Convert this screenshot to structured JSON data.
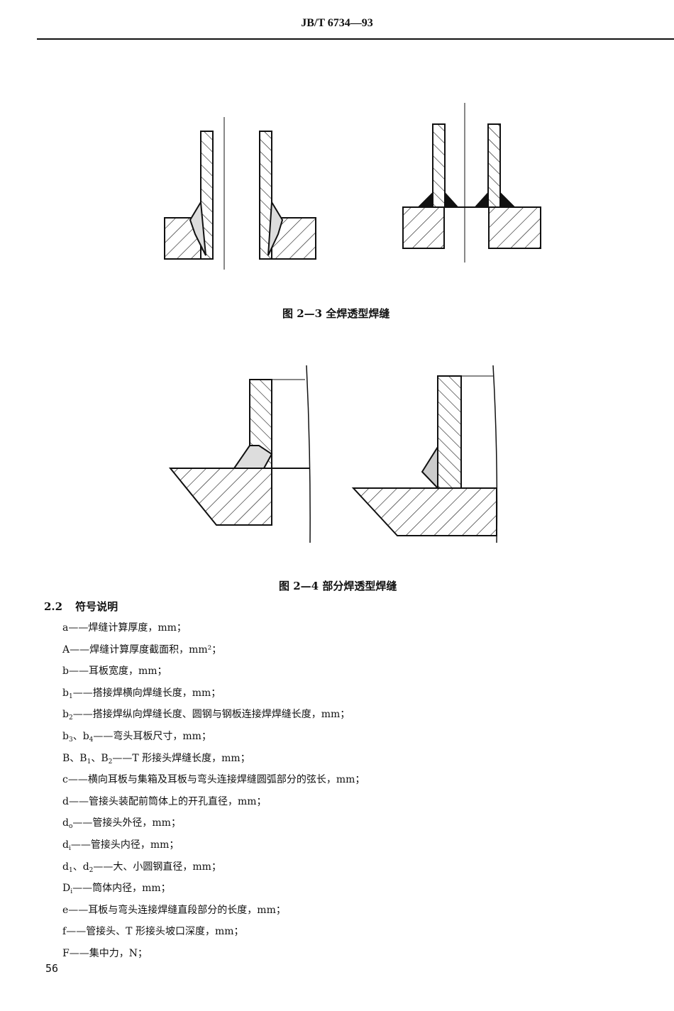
{
  "header": {
    "standard_code": "JB/T 6734—93"
  },
  "figures": [
    {
      "caption": "图 2—3   全焊透型焊缝"
    },
    {
      "caption": "图 2—4   部分焊透型焊缝"
    }
  ],
  "section": {
    "number": "2.2",
    "title": "符号说明"
  },
  "symbols": [
    {
      "sym": [
        [
          "a",
          ""
        ]
      ],
      "desc": "——焊缝计算厚度，mm；"
    },
    {
      "sym": [
        [
          "A",
          ""
        ]
      ],
      "desc": "——焊缝计算厚度截面积，mm²；"
    },
    {
      "sym": [
        [
          "b",
          ""
        ]
      ],
      "desc": "——耳板宽度，mm；"
    },
    {
      "sym": [
        [
          "b",
          "1"
        ]
      ],
      "desc": "——搭接焊横向焊缝长度，mm；"
    },
    {
      "sym": [
        [
          "b",
          "2"
        ]
      ],
      "desc": "——搭接焊纵向焊缝长度、圆钢与钢板连接焊焊缝长度，mm；"
    },
    {
      "sym": [
        [
          "b",
          "3"
        ],
        [
          "b",
          "4"
        ]
      ],
      "desc": "——弯头耳板尺寸，mm；"
    },
    {
      "sym": [
        [
          "B",
          ""
        ],
        [
          "B",
          "1"
        ],
        [
          "B",
          "2"
        ]
      ],
      "desc": "——T 形接头焊缝长度，mm；"
    },
    {
      "sym": [
        [
          "c",
          ""
        ]
      ],
      "desc": "——横向耳板与集箱及耳板与弯头连接焊缝圆弧部分的弦长，mm；"
    },
    {
      "sym": [
        [
          "d",
          ""
        ]
      ],
      "desc": "——管接头装配前筒体上的开孔直径，mm；"
    },
    {
      "sym": [
        [
          "d",
          "o"
        ]
      ],
      "desc": "——管接头外径，mm；"
    },
    {
      "sym": [
        [
          "d",
          "i"
        ]
      ],
      "desc": "——管接头内径，mm；"
    },
    {
      "sym": [
        [
          "d",
          "1"
        ],
        [
          "d",
          "2"
        ]
      ],
      "desc": "——大、小圆钢直径，mm；"
    },
    {
      "sym": [
        [
          "D",
          "i"
        ]
      ],
      "desc": "——筒体内径，mm；"
    },
    {
      "sym": [
        [
          "e",
          ""
        ]
      ],
      "desc": "——耳板与弯头连接焊缝直段部分的长度，mm；"
    },
    {
      "sym": [
        [
          "f",
          ""
        ]
      ],
      "desc": "——管接头、T 形接头坡口深度，mm；"
    },
    {
      "sym": [
        [
          "F",
          ""
        ]
      ],
      "desc": "——集中力，N；"
    }
  ],
  "page_number": "56"
}
